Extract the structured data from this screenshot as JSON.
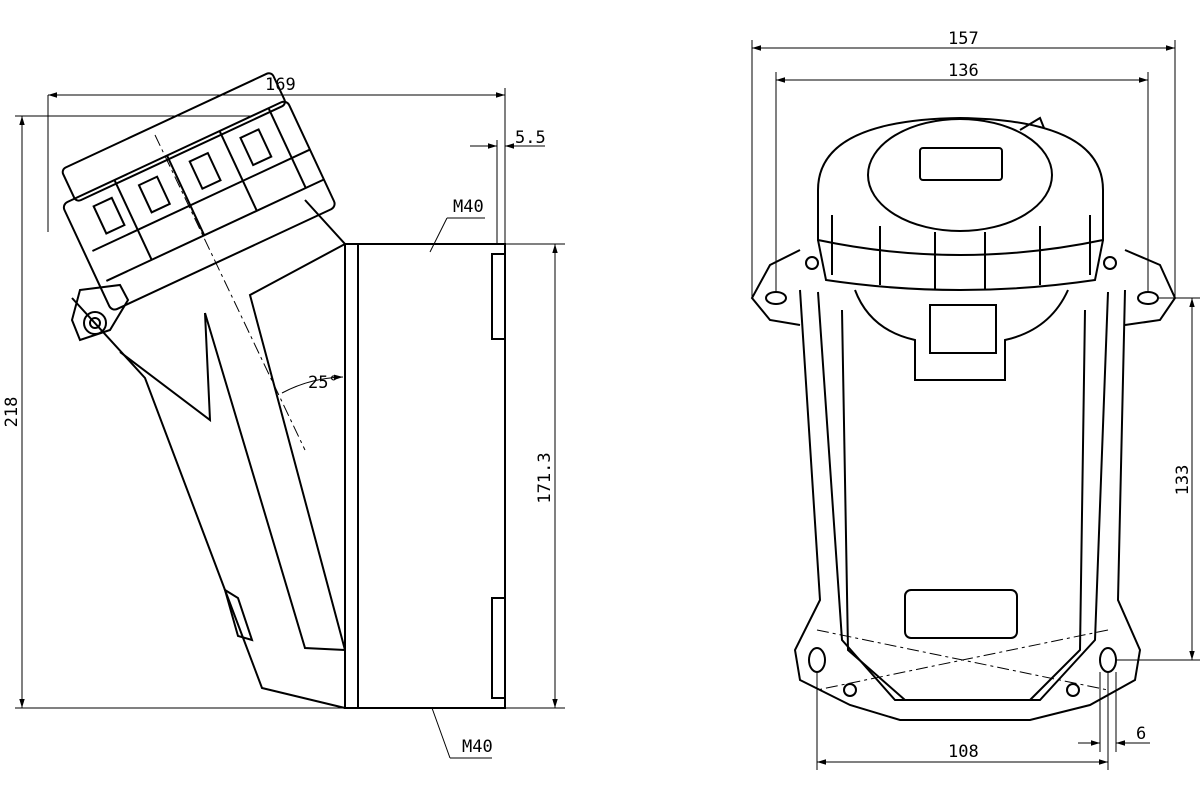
{
  "dimensions": {
    "side_width": "169",
    "side_height": "218",
    "offset": "5.5",
    "thread_top": "M40",
    "thread_bottom": "M40",
    "angle": "25°",
    "box_height": "171.3",
    "front_width_outer": "157",
    "front_width_inner": "136",
    "hole_vertical": "133",
    "hole_horizontal": "108",
    "hole_dia": "6"
  }
}
